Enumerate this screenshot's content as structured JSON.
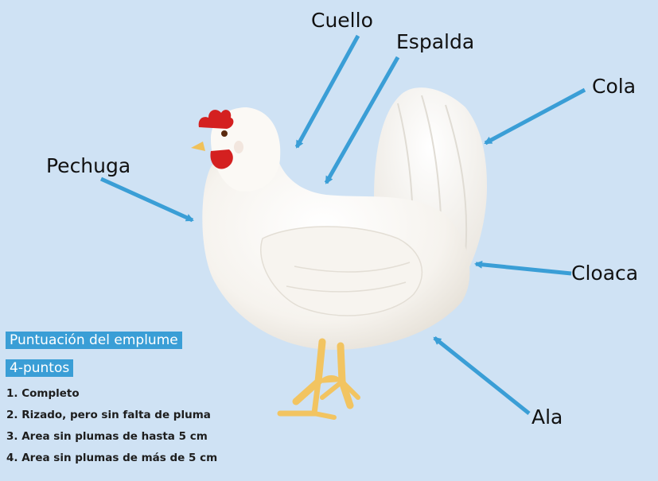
{
  "labels": {
    "cuello": "Cuello",
    "espalda": "Espalda",
    "cola": "Cola",
    "pechuga": "Pechuga",
    "cloaca": "Cloaca",
    "ala": "Ala"
  },
  "legend": {
    "title": "Puntuación del emplume",
    "subtitle": "4-puntos",
    "items": [
      "1. Completo",
      "2. Rizado, pero sin falta de pluma",
      "3. Area sin plumas de hasta 5 cm",
      "4. Area sin plumas de más de 5 cm"
    ]
  },
  "colors": {
    "background": "#cfe2f4",
    "arrow": "#3a9ed6",
    "legend_box": "#3a9ed6"
  }
}
